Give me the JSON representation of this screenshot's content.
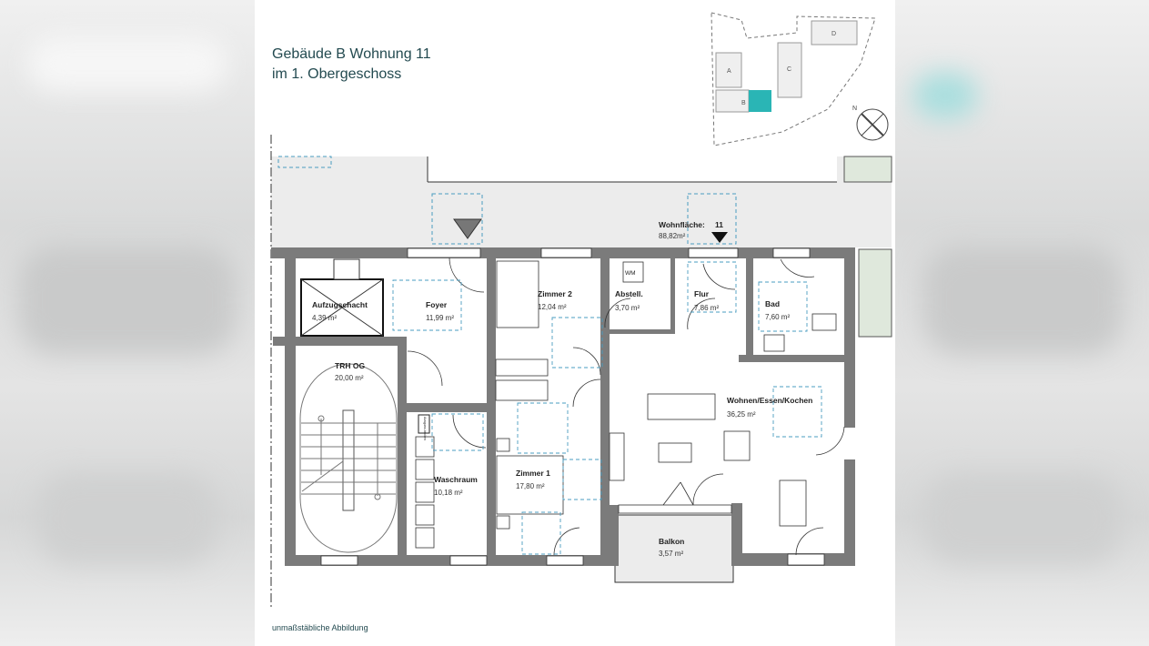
{
  "header": {
    "title_line1": "Gebäude B Wohnung 11",
    "title_line2": "im 1. Obergeschoss"
  },
  "apartment": {
    "living_area_label": "Wohnfläche:",
    "living_area_value": "88,82m²",
    "unit_number": "11"
  },
  "rooms": [
    {
      "name": "Aufzugschacht",
      "area": "4,39 m²"
    },
    {
      "name": "Foyer",
      "area": "11,99 m²"
    },
    {
      "name": "TRH OG",
      "area": "20,00 m²"
    },
    {
      "name": "Zimmer 2",
      "area": "12,04 m²"
    },
    {
      "name": "Abstell.",
      "area": "3,70 m²"
    },
    {
      "name": "Flur",
      "area": "7,86 m²"
    },
    {
      "name": "Bad",
      "area": "7,60 m²"
    },
    {
      "name": "Wohnen/Essen/Kochen",
      "area": "36,25 m²"
    },
    {
      "name": "Waschraum",
      "area": "10,18 m²"
    },
    {
      "name": "Zimmer 1",
      "area": "17,80 m²"
    },
    {
      "name": "Balkon",
      "area": "3,57 m²"
    }
  ],
  "fixtures": {
    "washing_machine": "WM",
    "sink": "Ausguss-becken"
  },
  "site_plan": {
    "buildings": [
      "A",
      "B",
      "C",
      "D"
    ],
    "north_label": "N",
    "highlight_color": "#2ab5b5"
  },
  "colors": {
    "wall": "#7b7b7b",
    "title": "#234a50",
    "corridor": "#ececec",
    "furniture_dashed": "#4a9cc0"
  },
  "footer": {
    "note": "unmaßstäbliche Abbildung"
  }
}
